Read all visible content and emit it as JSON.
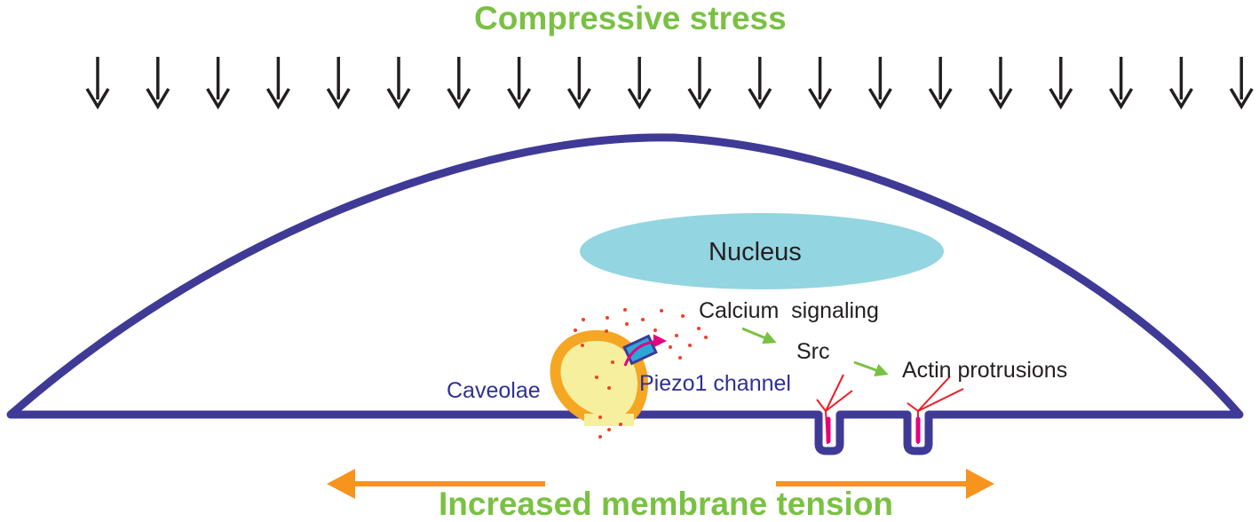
{
  "title_top": "Compressive stress",
  "title_bottom": "Increased membrane tension",
  "labels": {
    "nucleus": "Nucleus",
    "calcium": "Calcium  signaling",
    "src": "Src",
    "actin": "Actin protrusions",
    "caveolae": "Caveolae",
    "piezo": "Piezo1 channel"
  },
  "colors": {
    "membrane": "#3f3a96",
    "nucleus": "#93d5e0",
    "caveolae_fill": "#f6ef9e",
    "caveolae_rim": "#f5a623",
    "piezo": "#2aa7d9",
    "calcium_dots": "#ef4123",
    "pathway_arrow": "#7ac143",
    "tension_arrow": "#f7941d",
    "actin": "#ed1c24",
    "stress_arrow": "#231f20"
  },
  "stress_arrow_count": 20
}
